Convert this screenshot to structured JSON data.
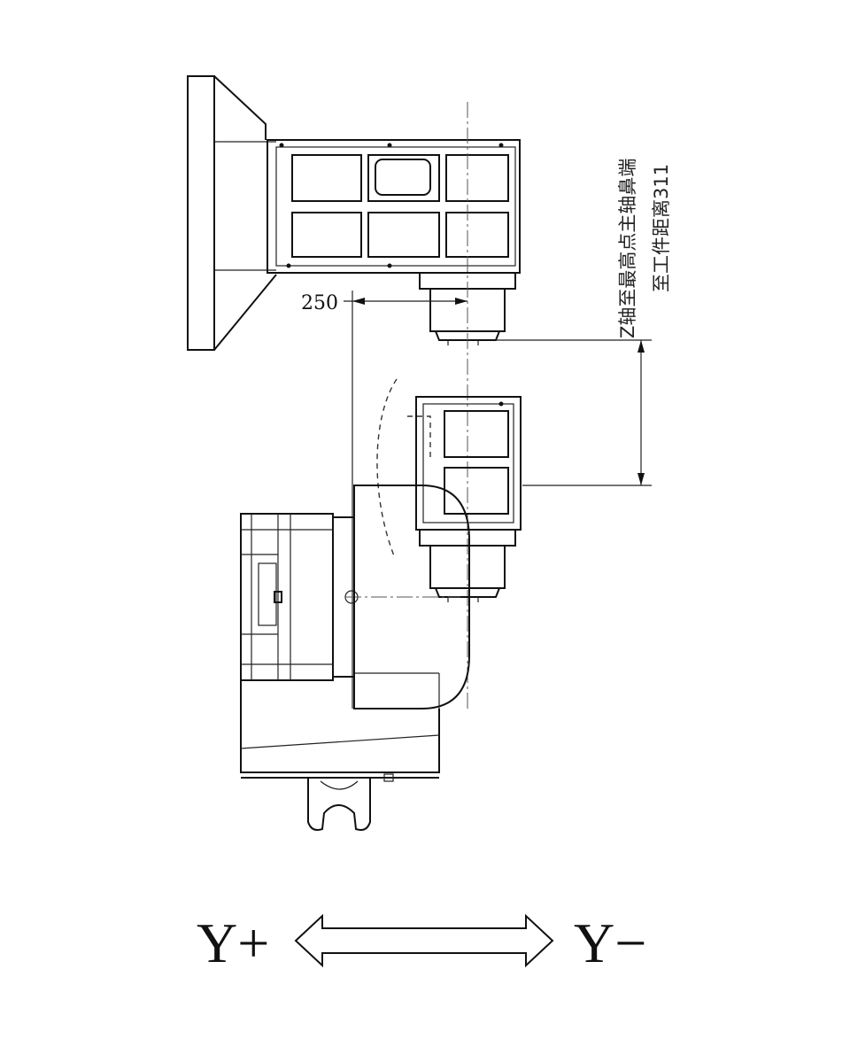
{
  "dimension_label": "250",
  "note": {
    "line1": "Z轴至最高点主轴鼻端",
    "line2": "至工件距离311"
  },
  "axis": {
    "left_label": "Y+",
    "right_label": "Y−"
  }
}
